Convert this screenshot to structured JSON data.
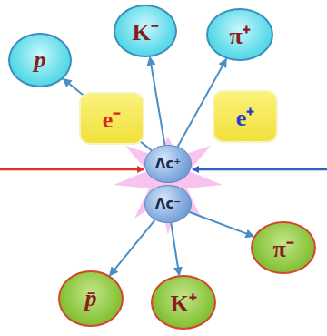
{
  "diagram": {
    "nodes": [
      {
        "text": [
          "p"
        ]
      },
      {
        "text": [
          "K⁻"
        ]
      },
      {
        "text": [
          "π⁺"
        ]
      },
      {
        "text": [
          "e⁻"
        ]
      },
      {
        "text": [
          "e⁺"
        ]
      },
      {
        "text": [
          "Λc⁺"
        ]
      },
      {
        "text": [
          "Λc⁻"
        ]
      },
      {
        "text": [
          "p̄"
        ]
      },
      {
        "text": [
          "K⁺"
        ]
      },
      {
        "text": [
          "π⁻"
        ]
      }
    ],
    "edges": [
      {
        "from": 5,
        "to": 0,
        "arrow": "to"
      },
      {
        "from": 5,
        "to": 1,
        "arrow": "to"
      },
      {
        "from": 5,
        "to": 2,
        "arrow": "to"
      },
      {
        "from": 6,
        "to": 7,
        "arrow": "to"
      },
      {
        "from": 6,
        "to": 8,
        "arrow": "to"
      },
      {
        "from": 6,
        "to": 9,
        "arrow": "to"
      }
    ]
  }
}
